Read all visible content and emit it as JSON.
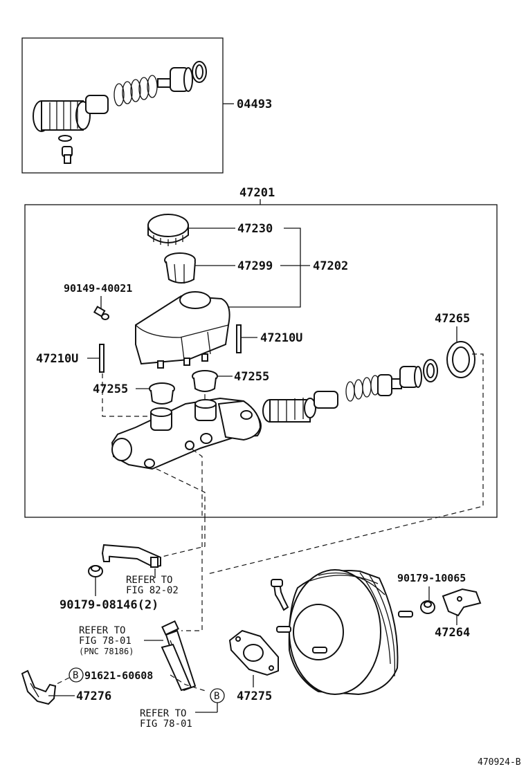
{
  "diagram": {
    "parts": {
      "p04493": "04493",
      "p47201": "47201",
      "p47230": "47230",
      "p47299": "47299",
      "p47202": "47202",
      "p90149": "90149-40021",
      "p47210u_r": "47210U",
      "p47210u_l": "47210U",
      "p47265": "47265",
      "p47255_l": "47255",
      "p47255_r": "47255",
      "p90179_10065": "90179-10065",
      "p47264": "47264",
      "p90179_08146": "90179-08146(2)",
      "p91621": "91621-60608",
      "p47276": "47276",
      "p47275": "47275"
    },
    "refs": {
      "ref1_line1": "REFER TO",
      "ref1_line2": "FIG 82-02",
      "ref2_line1": "REFER TO",
      "ref2_line2": "FIG 78-01",
      "ref2_line3": "(PNC 78186)",
      "ref3_line1": "REFER TO",
      "ref3_line2": "FIG 78-01"
    },
    "markers": {
      "b1": "B",
      "b2": "B"
    },
    "figure_id": "470924-B"
  }
}
